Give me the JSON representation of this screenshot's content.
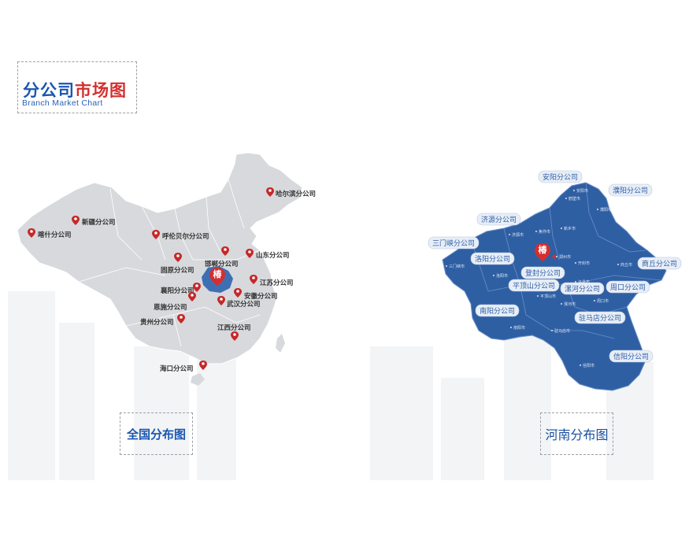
{
  "header": {
    "title_part1": "分公司",
    "title_part2": "市场图",
    "subtitle": "Branch Market Chart"
  },
  "china_map": {
    "caption": "全国分布图",
    "branches": [
      {
        "id": "haerbin",
        "label": "哈尔滨分公司"
      },
      {
        "id": "xinjiang",
        "label": "新疆分公司"
      },
      {
        "id": "kashi",
        "label": "喀什分公司"
      },
      {
        "id": "hulunbeier",
        "label": "呼伦贝尔分公司"
      },
      {
        "id": "shandong",
        "label": "山东分公司"
      },
      {
        "id": "handan",
        "label": "邯郸分公司"
      },
      {
        "id": "guyuan",
        "label": "固原分公司"
      },
      {
        "id": "jiangsu",
        "label": "江苏分公司"
      },
      {
        "id": "xiangyang",
        "label": "襄阳分公司"
      },
      {
        "id": "anhui",
        "label": "安徽分公司"
      },
      {
        "id": "enshi",
        "label": "恩施分公司"
      },
      {
        "id": "wuhan",
        "label": "武汉分公司"
      },
      {
        "id": "guizhou",
        "label": "贵州分公司"
      },
      {
        "id": "jiangxi",
        "label": "江西分公司"
      },
      {
        "id": "haikou",
        "label": "海口分公司"
      }
    ],
    "colors": {
      "land": "#d7d9dc",
      "border": "#ffffff",
      "highlight": "#3f6fb3",
      "pin": "#c62828"
    }
  },
  "henan_map": {
    "caption": "河南分布图",
    "branches": [
      {
        "id": "anyang",
        "label": "安阳分公司"
      },
      {
        "id": "puyang",
        "label": "濮阳分公司"
      },
      {
        "id": "jiyuan",
        "label": "济源分公司"
      },
      {
        "id": "sanmenxia",
        "label": "三门峡分公司"
      },
      {
        "id": "luoyang",
        "label": "洛阳分公司"
      },
      {
        "id": "dengfeng",
        "label": "登封分公司"
      },
      {
        "id": "shangqiu",
        "label": "商丘分公司"
      },
      {
        "id": "pingdingshan",
        "label": "平顶山分公司"
      },
      {
        "id": "luohe",
        "label": "漯河分公司"
      },
      {
        "id": "zhoukou",
        "label": "周口分公司"
      },
      {
        "id": "nanyang",
        "label": "南阳分公司"
      },
      {
        "id": "zhumadian",
        "label": "驻马店分公司"
      },
      {
        "id": "xinyang",
        "label": "信阳分公司"
      }
    ],
    "cities": [
      {
        "id": "c-anyang",
        "label": "安阳市"
      },
      {
        "id": "c-hebi",
        "label": "鹤壁市"
      },
      {
        "id": "c-puyang",
        "label": "濮阳市"
      },
      {
        "id": "c-xinxiang",
        "label": "新乡市"
      },
      {
        "id": "c-jiaozuo",
        "label": "焦作市"
      },
      {
        "id": "c-jiyuan",
        "label": "济源市"
      },
      {
        "id": "c-sanmenxia",
        "label": "三门峡市"
      },
      {
        "id": "c-luoyang",
        "label": "洛阳市"
      },
      {
        "id": "c-zhengzhou",
        "label": "郑州市"
      },
      {
        "id": "c-kaifeng",
        "label": "开封市"
      },
      {
        "id": "c-shangqiu",
        "label": "商丘市"
      },
      {
        "id": "c-xuchang",
        "label": "许昌市"
      },
      {
        "id": "c-pingdingshan",
        "label": "平顶山市"
      },
      {
        "id": "c-luohe",
        "label": "漯河市"
      },
      {
        "id": "c-zhoukou",
        "label": "周口市"
      },
      {
        "id": "c-nanyang",
        "label": "南阳市"
      },
      {
        "id": "c-zhumadian",
        "label": "驻马店市"
      },
      {
        "id": "c-xinyang",
        "label": "信阳市"
      }
    ],
    "colors": {
      "land": "#2f5fa3",
      "border": "#6b8fc8",
      "bubble_fill": "#e8eef6",
      "bubble_text": "#2e5ea8"
    }
  },
  "logo_glyph": "椿"
}
